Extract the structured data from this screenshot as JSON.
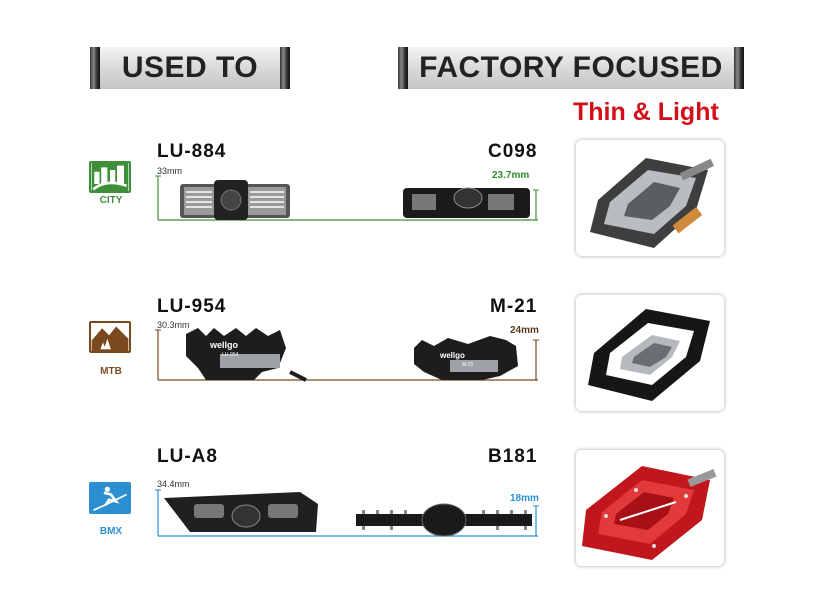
{
  "headers": {
    "left": "USED TO",
    "right": "FACTORY FOCUSED",
    "subtitle": "Thin & Light"
  },
  "rows": [
    {
      "category": "CITY",
      "color": "#3f8f3a",
      "icon": "city-icon",
      "old_model": "LU-884",
      "old_height": "33mm",
      "new_model": "C098",
      "new_height": "23.7mm"
    },
    {
      "category": "MTB",
      "color": "#7a4a1e",
      "icon": "mountain-forest-icon",
      "old_model": "LU-954",
      "old_height": "30.3mm",
      "new_model": "M-21",
      "new_height": "24mm"
    },
    {
      "category": "BMX",
      "color": "#2c8fd1",
      "icon": "bmx-rider-icon",
      "old_model": "LU-A8",
      "old_height": "34.4mm",
      "new_model": "B181",
      "new_height": "18mm"
    }
  ],
  "pedal_logo_text": "wellgo",
  "pedal_model_marks": {
    "lu954": "LU-954",
    "m21": "M-21"
  }
}
